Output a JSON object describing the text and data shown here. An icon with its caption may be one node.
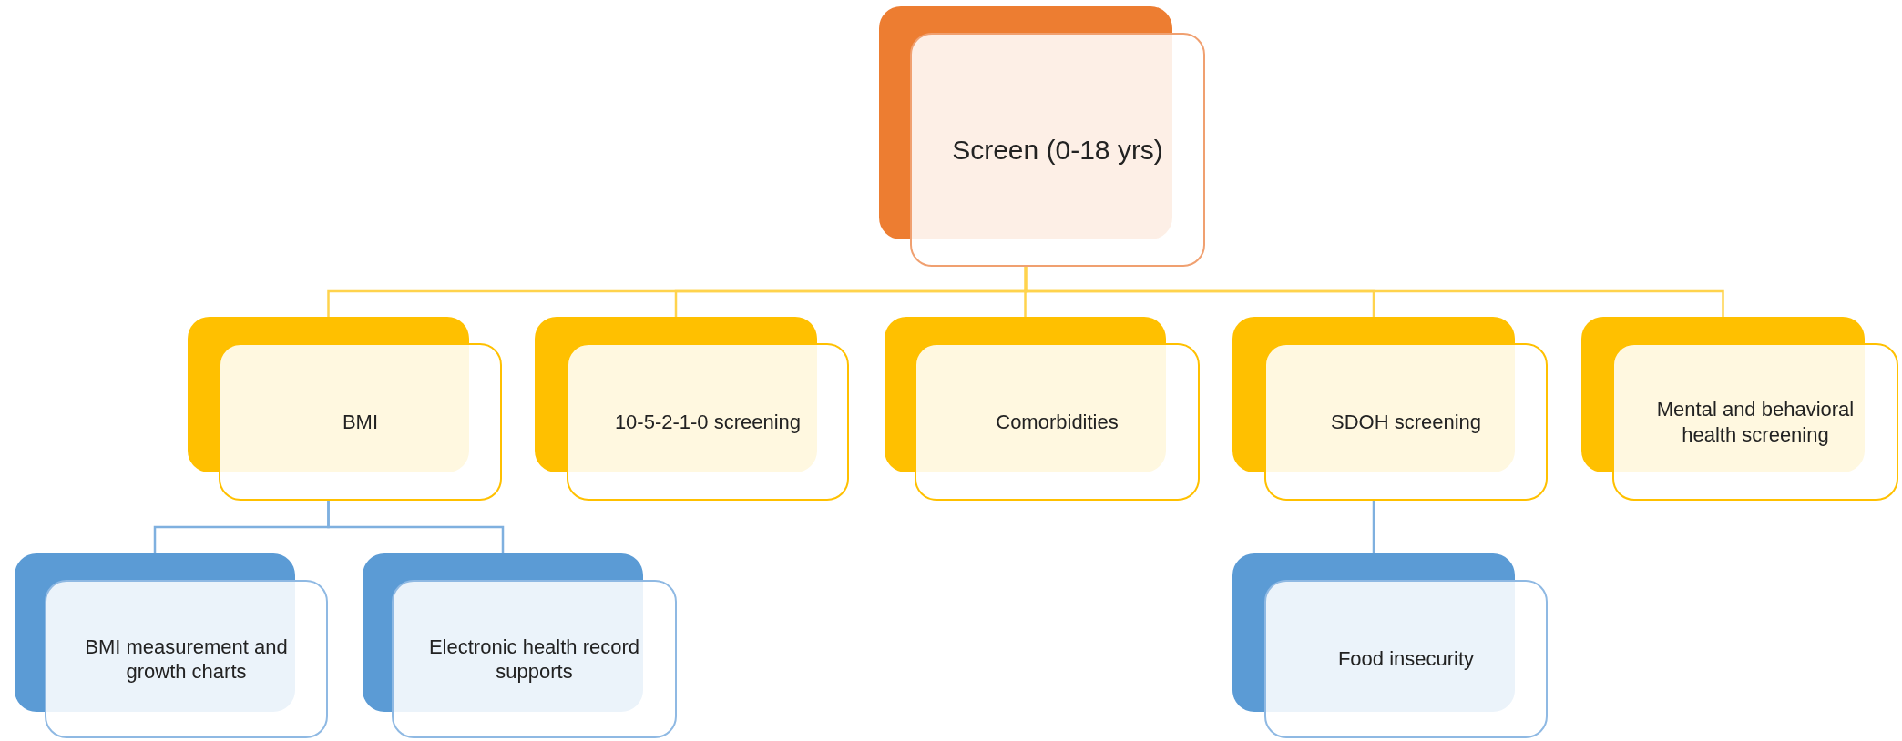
{
  "diagram": {
    "nodes": [
      {
        "text": [
          "Screen (0-18 yrs)"
        ]
      },
      {
        "text": [
          "BMI"
        ]
      },
      {
        "text": [
          "10-5-2-1-0 screening"
        ]
      },
      {
        "text": [
          "Comorbidities"
        ]
      },
      {
        "text": [
          "SDOH screening"
        ]
      },
      {
        "text": [
          "Mental and behavioral health screening"
        ]
      },
      {
        "text": [
          "BMI measurement and growth charts"
        ]
      },
      {
        "text": [
          "Electronic health record supports"
        ]
      },
      {
        "text": [
          "Food insecurity"
        ]
      }
    ],
    "edges": [
      {
        "from": 0,
        "to": 1,
        "arrow": "none"
      },
      {
        "from": 0,
        "to": 2,
        "arrow": "none"
      },
      {
        "from": 0,
        "to": 3,
        "arrow": "none"
      },
      {
        "from": 0,
        "to": 4,
        "arrow": "none"
      },
      {
        "from": 0,
        "to": 5,
        "arrow": "none"
      },
      {
        "from": 1,
        "to": 6,
        "arrow": "none",
        "color": "#7fb0df"
      },
      {
        "from": 1,
        "to": 7,
        "arrow": "none",
        "color": "#7fb0df"
      },
      {
        "from": 4,
        "to": 8,
        "arrow": "none",
        "color": "#7fb0df"
      }
    ]
  }
}
